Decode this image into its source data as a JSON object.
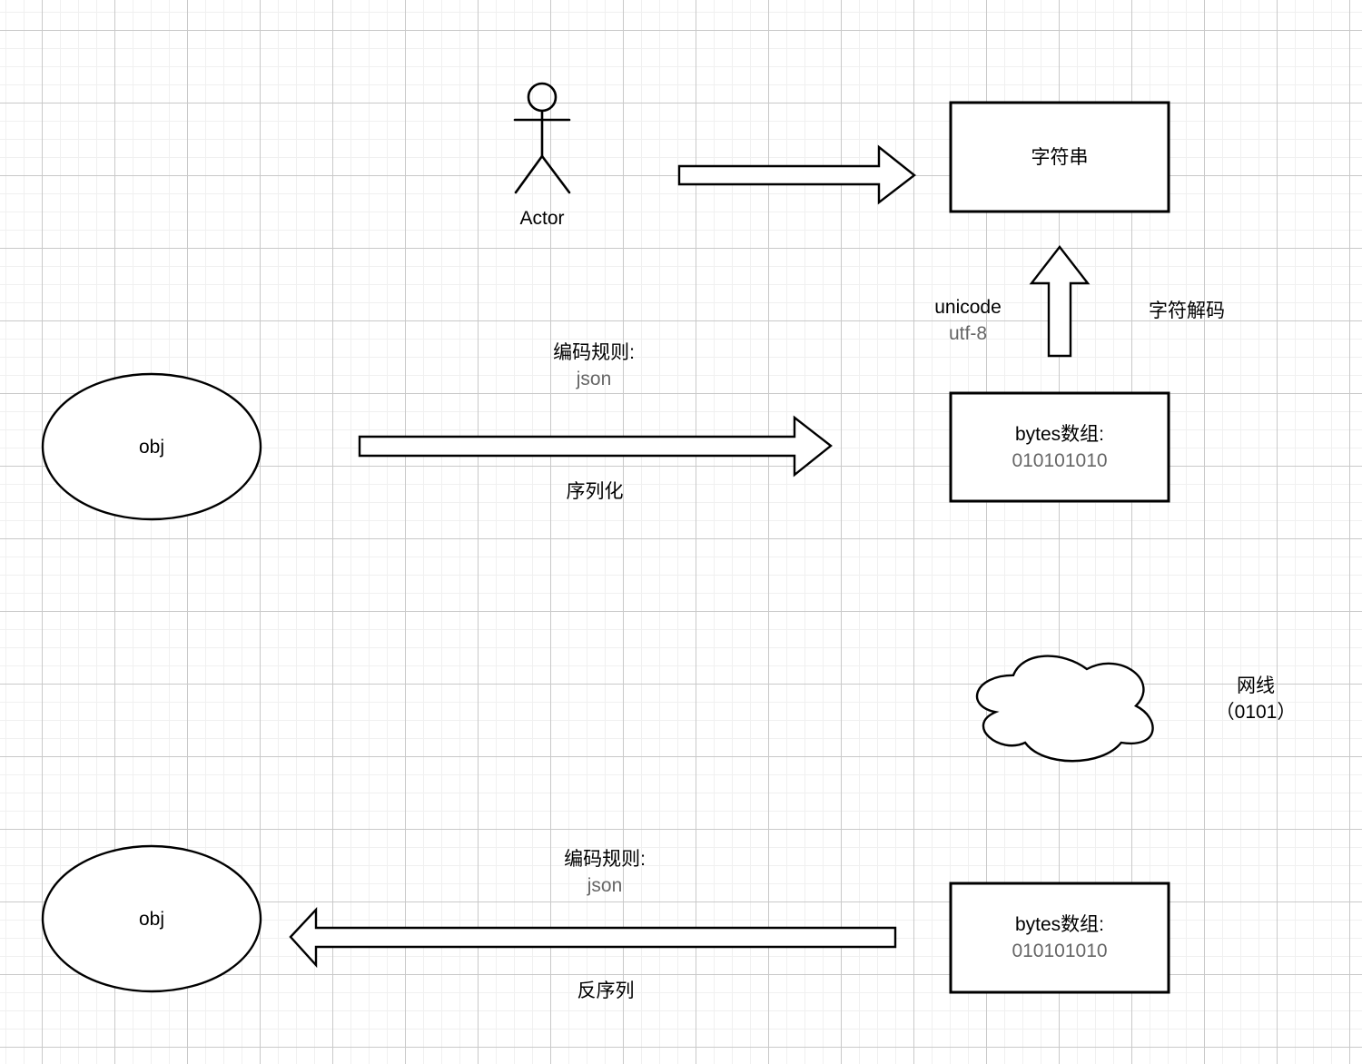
{
  "canvas": {
    "background": "#ffffff",
    "grid_minor_color": "#f0f0f0",
    "grid_major_color": "#c9c9c9",
    "shape_stroke_color": "#000000",
    "secondary_text_color": "#666666"
  },
  "nodes": {
    "actor": {
      "label": "Actor"
    },
    "string_box": {
      "label": "字符串"
    },
    "bytes_box_top": {
      "title": "bytes数组:",
      "value": "010101010"
    },
    "bytes_box_bottom": {
      "title": "bytes数组:",
      "value": "010101010"
    },
    "obj_top": {
      "label": "obj"
    },
    "obj_bottom": {
      "label": "obj"
    },
    "cloud": {
      "line1": "网线",
      "line2": "（0101）"
    }
  },
  "annotations": {
    "decode_left_line1": "unicode",
    "decode_left_line2": "utf-8",
    "decode_right": "字符解码",
    "serialize_rule_line1": "编码规则:",
    "serialize_rule_line2": "json",
    "serialize_action": "序列化",
    "deserialize_rule_line1": "编码规则:",
    "deserialize_rule_line2": "json",
    "deserialize_action": "反序列"
  }
}
